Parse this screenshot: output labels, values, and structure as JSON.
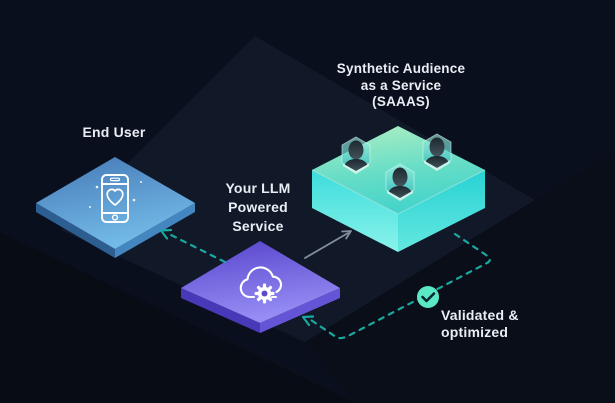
{
  "diagram": {
    "nodes": [
      {
        "id": "end-user",
        "label": "End User",
        "icon": "phone-heart-icon",
        "tile_color_top": "#4a7fc1",
        "tile_color_bottom": "#70b9e6"
      },
      {
        "id": "llm-service",
        "lines": [
          "Your LLM",
          "Powered",
          "Service"
        ],
        "icon": "cloud-gear-icon",
        "tile_color_top": "#5a48d0",
        "tile_color_bottom": "#9189f2"
      },
      {
        "id": "synthetic-audience",
        "lines": [
          "Synthetic Audience",
          "as a Service",
          "(SAAAS)"
        ],
        "icon": "audience-avatars-icon",
        "avatar_count": 3,
        "block_color_back": "#a9edc1",
        "block_color_front": "#46d4ca",
        "block_side_color": "#3fdedd"
      },
      {
        "id": "validated",
        "lines": [
          "Validated &",
          "optimized"
        ],
        "icon": "check-circle-icon",
        "badge_color": "#5ae9c3"
      }
    ],
    "edges": [
      {
        "from": "llm-service",
        "to": "end-user",
        "style": "dashed",
        "color": "#1aa9a0"
      },
      {
        "from": "llm-service",
        "to": "synthetic-audience",
        "style": "solid",
        "color": "#848e9e"
      },
      {
        "from": "synthetic-audience",
        "to": "llm-service",
        "style": "dashed",
        "color": "#1aa9a0",
        "via": "validated"
      }
    ],
    "background": {
      "base": "#0a0f1d",
      "floor_diamond": "#111827",
      "shadow_wedge": "#080c15",
      "text_color": "#e9eef4"
    }
  }
}
